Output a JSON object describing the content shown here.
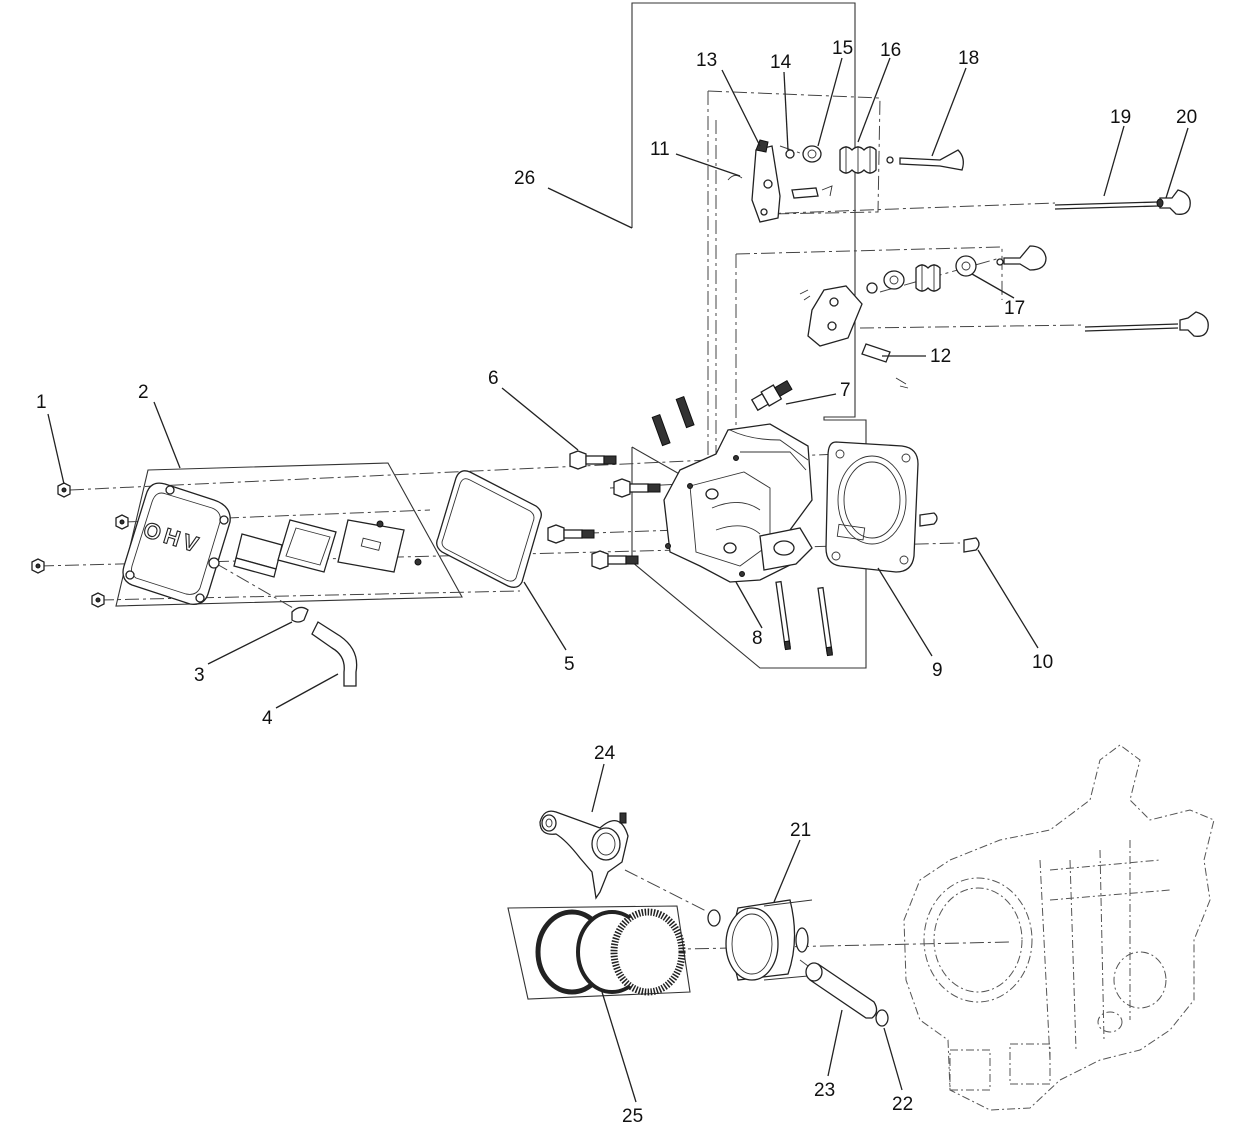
{
  "diagram": {
    "stamp": "OHV",
    "callouts": [
      "1",
      "2",
      "3",
      "4",
      "5",
      "6",
      "7",
      "8",
      "9",
      "10",
      "11",
      "12",
      "13",
      "14",
      "15",
      "16",
      "17",
      "18",
      "19",
      "20",
      "21",
      "22",
      "23",
      "24",
      "25",
      "26"
    ]
  }
}
